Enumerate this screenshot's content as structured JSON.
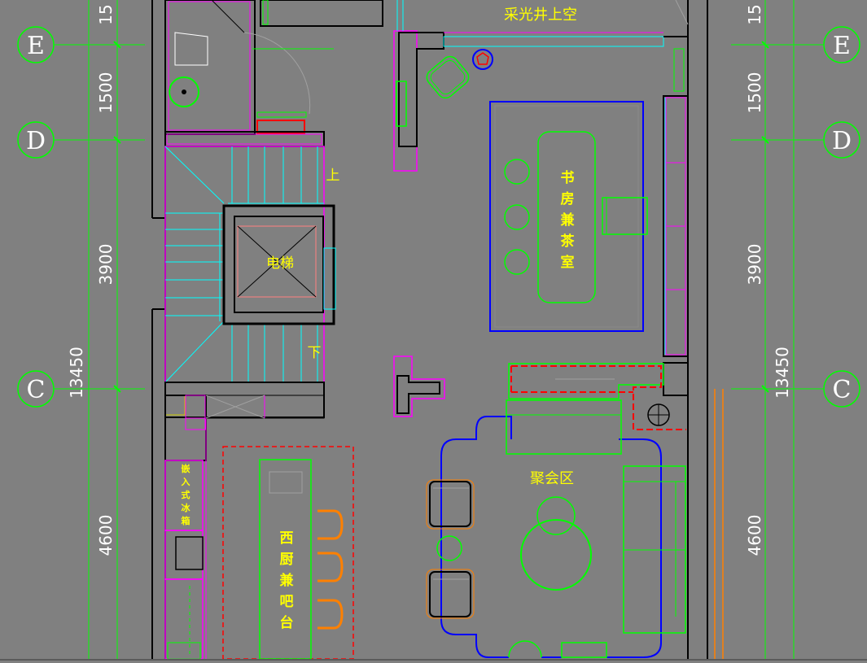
{
  "drawing": {
    "background_color": "#808080",
    "colors": {
      "grid": "#00ff00",
      "wall": "#000000",
      "magenta": "#ff00ff",
      "cyan": "#00ffff",
      "blue": "#0000ff",
      "red": "#ff0000",
      "yellow_text": "#ffff00",
      "orange": "#ff8000",
      "green": "#00ff00",
      "white": "#ffffff"
    },
    "grid_labels": {
      "E": "E",
      "D": "D",
      "C": "C"
    },
    "dimensions": {
      "top_cut": "15",
      "d1500": "1500",
      "d3900": "3900",
      "d4600": "4600",
      "total": "13450"
    },
    "rooms": {
      "lightwell": "采光井上空",
      "study": [
        "书",
        "房",
        "兼",
        "茶",
        "室"
      ],
      "elevator": "电梯",
      "stair_up": "上",
      "stair_down": "下",
      "lounge": "聚会区",
      "fridge": [
        "嵌",
        "入",
        "式",
        "冰",
        "箱"
      ],
      "kitchen": [
        "西",
        "厨",
        "兼",
        "吧",
        "台"
      ]
    }
  }
}
